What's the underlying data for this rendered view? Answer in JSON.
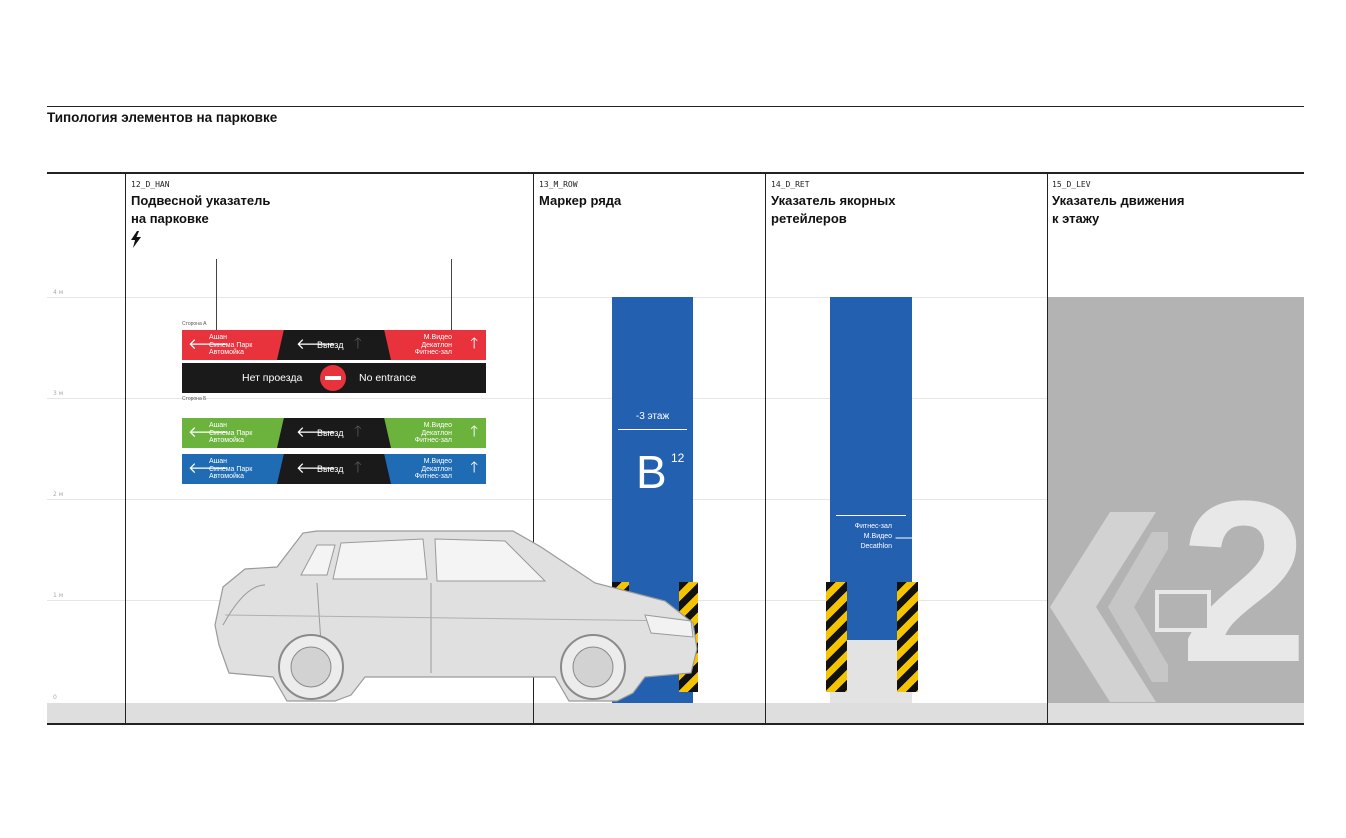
{
  "page": {
    "top_label": "",
    "title": "Типология элементов на парковке"
  },
  "height_scale": [
    "4 м",
    "3 м",
    "2 м",
    "1 м",
    "0"
  ],
  "columns": [
    {
      "code": "12_D_HAN",
      "title_line1": "Подвесной указатель",
      "title_line2": "на парковке"
    },
    {
      "code": "13_M_ROW",
      "title_line1": "Маркер ряда",
      "title_line2": ""
    },
    {
      "code": "14_D_RET",
      "title_line1": "Указатель якорных",
      "title_line2": "ретейлеров"
    },
    {
      "code": "15_D_LEV",
      "title_line1": "Указатель движения",
      "title_line2": "к этажу"
    }
  ],
  "hanging_sign": {
    "side_a_label": "Сторона А",
    "side_b_label": "Сторона Б",
    "left_text": [
      "Ашан",
      "Синема Парк",
      "Автомойка"
    ],
    "center_text": "Выезд",
    "right_text": [
      "М.Видео",
      "Декатлон",
      "Фитнес-зал"
    ],
    "no_entry_ru": "Нет проезда",
    "no_entry_en": "No entrance",
    "colors": {
      "red": "#e8323c",
      "green": "#6cb33e",
      "blue": "#1f6cb5",
      "black": "#1a1a1a"
    }
  },
  "row_marker": {
    "floor": "-3 этаж",
    "letter": "B",
    "number": "12",
    "color": "#2360b0"
  },
  "anchor_sign": {
    "lines": [
      "Фитнес-зал",
      "М.Видео",
      "Decathlon"
    ],
    "color": "#2360b0"
  },
  "level_sign": {
    "big_number": "2",
    "bg_color": "#b3b3b3"
  }
}
